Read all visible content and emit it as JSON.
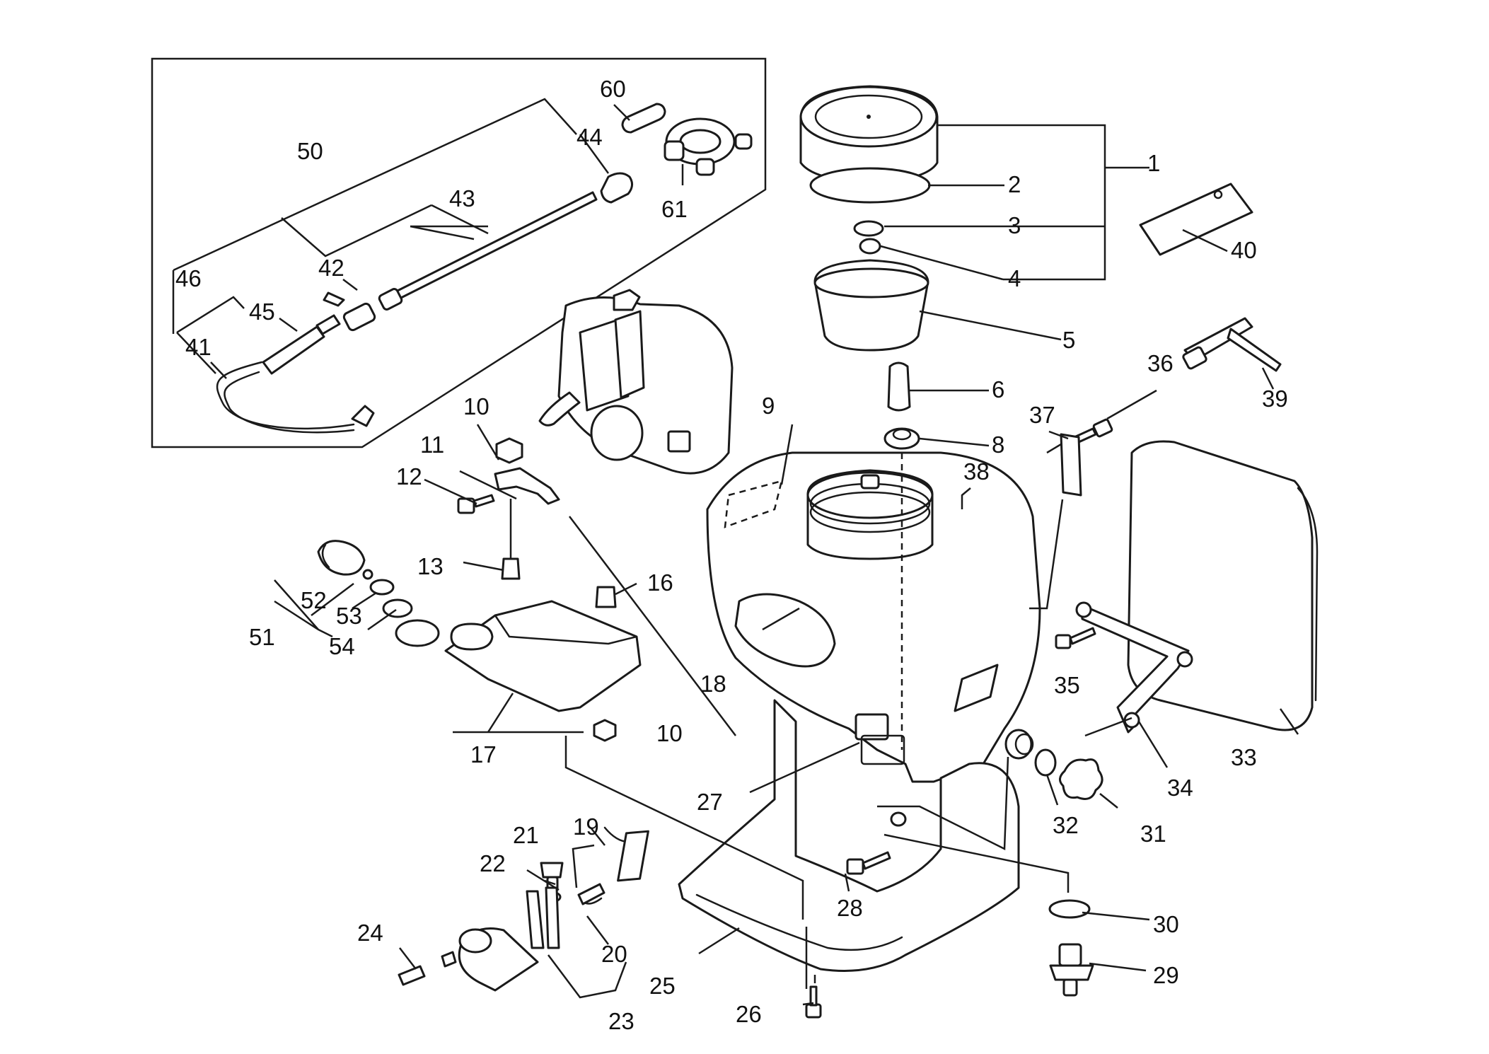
{
  "labels": {
    "p1": "1",
    "p2": "2",
    "p3": "3",
    "p4": "4",
    "p5": "5",
    "p6": "6",
    "p8": "8",
    "p9": "9",
    "p10a": "10",
    "p10b": "10",
    "p11": "11",
    "p12": "12",
    "p13": "13",
    "p16": "16",
    "p17": "17",
    "p18": "18",
    "p19": "19",
    "p20": "20",
    "p21": "21",
    "p22": "22",
    "p23": "23",
    "p24": "24",
    "p25": "25",
    "p26": "26",
    "p27": "27",
    "p28": "28",
    "p29": "29",
    "p30": "30",
    "p31": "31",
    "p32": "32",
    "p33": "33",
    "p34": "34",
    "p35": "35",
    "p36": "36",
    "p37": "37",
    "p38": "38",
    "p39": "39",
    "p40": "40",
    "p41": "41",
    "p42": "42",
    "p43": "43",
    "p44": "44",
    "p45": "45",
    "p46": "46",
    "p50": "50",
    "p51": "51",
    "p52": "52",
    "p53": "53",
    "p54": "54",
    "p60": "60",
    "p61": "61"
  }
}
